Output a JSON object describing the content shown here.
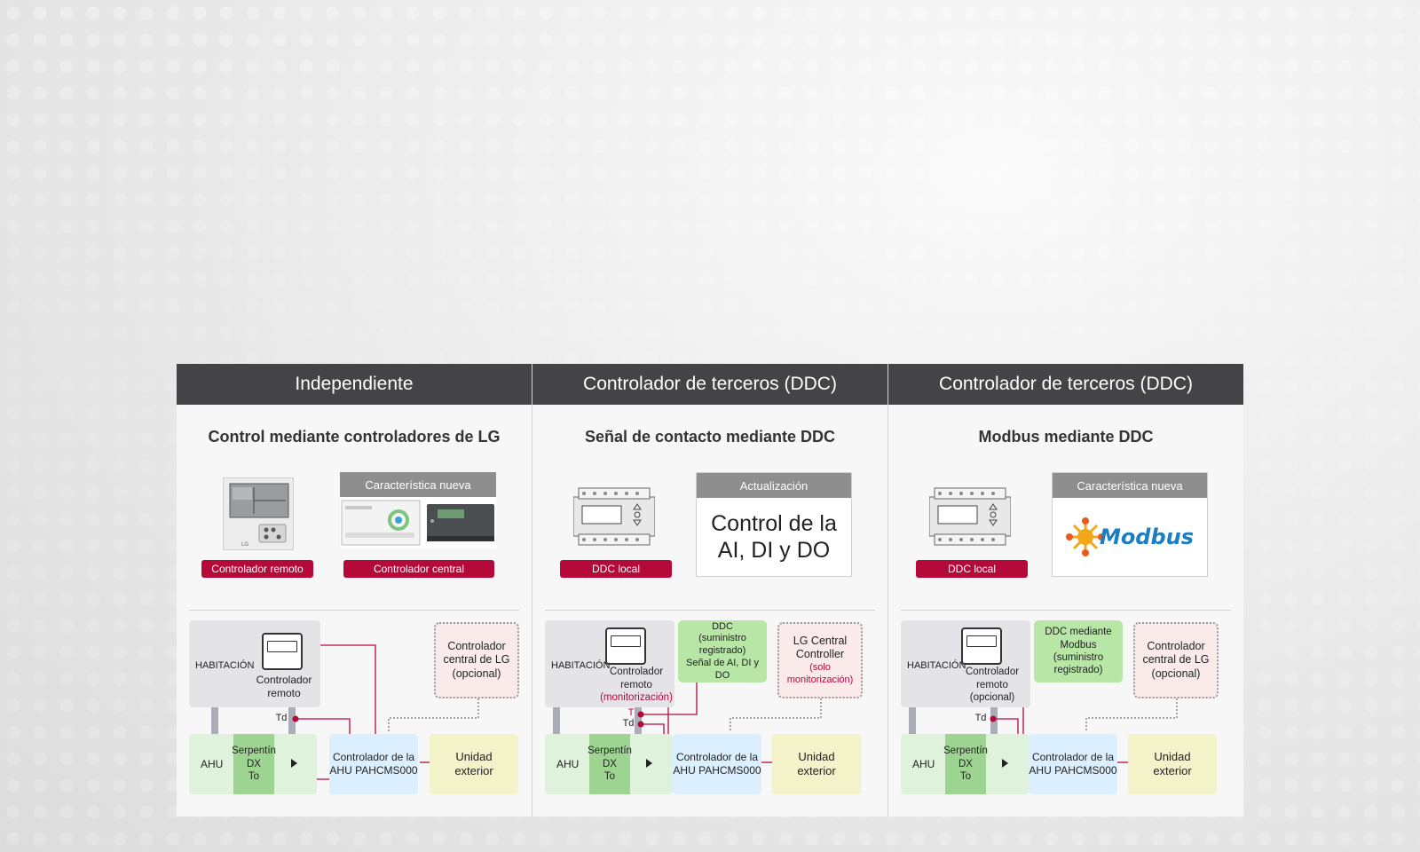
{
  "columns": [
    {
      "header": "Independiente",
      "title": "Control mediante controladores de LG",
      "pill1": "Controlador remoto",
      "feature_tag": "Característica nueva",
      "pill2": "Controlador central",
      "diagram": {
        "room": "HABITACIÓN",
        "remote_line1": "Controlador",
        "remote_line2": "remoto",
        "td": "Td",
        "to": "To",
        "ahu": "AHU",
        "coil_line1": "Serpentín",
        "coil_line2": "DX",
        "ctrl_line1": "Controlador de la",
        "ctrl_line2": "AHU PAHCMS000",
        "unit_line1": "Unidad",
        "unit_line2": "exterior",
        "opt_line1": "Controlador",
        "opt_line2": "central de LG",
        "opt_line3": "(opcional)"
      }
    },
    {
      "header": "Controlador de terceros (DDC)",
      "title": "Señal de contacto mediante DDC",
      "pill1": "DDC local",
      "feature_tag": "Actualización",
      "feature_text": "Control de la AI, DI y DO",
      "diagram": {
        "room": "HABITACIÓN",
        "remote_line1": "Controlador",
        "remote_line2": "remoto",
        "remote_line3": "(monitorización)",
        "t": "T",
        "td": "Td",
        "to": "To",
        "ahu": "AHU",
        "coil_line1": "Serpentín",
        "coil_line2": "DX",
        "ctrl_line1": "Controlador de la",
        "ctrl_line2": "AHU PAHCMS000",
        "unit_line1": "Unidad",
        "unit_line2": "exterior",
        "green_line1": "DDC",
        "green_line2": "(suministro",
        "green_line3": "registrado)",
        "green_line4": "Señal de AI, DI y DO",
        "opt_line1": "LG Central",
        "opt_line2": "Controller",
        "opt_line3": "(solo",
        "opt_line4": "monitorización)"
      }
    },
    {
      "header": "Controlador de terceros (DDC)",
      "title": "Modbus mediante DDC",
      "pill1": "DDC local",
      "feature_tag": "Característica nueva",
      "feature_logo": "Modbus",
      "diagram": {
        "room": "HABITACIÓN",
        "remote_line1": "Controlador",
        "remote_line2": "remoto",
        "remote_line3": "(opcional)",
        "td": "Td",
        "to": "To",
        "ahu": "AHU",
        "coil_line1": "Serpentín",
        "coil_line2": "DX",
        "ctrl_line1": "Controlador de la",
        "ctrl_line2": "AHU PAHCMS000",
        "unit_line1": "Unidad",
        "unit_line2": "exterior",
        "green_line1": "DDC mediante",
        "green_line2": "Modbus",
        "green_line3": "(suministro",
        "green_line4": "registrado)",
        "opt_line1": "Controlador",
        "opt_line2": "central de LG",
        "opt_line3": "(opcional)"
      }
    }
  ],
  "colors": {
    "header_bg": "#444447",
    "accent_red": "#b5093a",
    "wire": "#b5093a",
    "coil_green": "#9ed492",
    "ahu_green": "#dff3dc",
    "controller_blue": "#dcefff",
    "unit_yellow": "#f4f2c9",
    "room_gray": "#e4e3e8"
  }
}
